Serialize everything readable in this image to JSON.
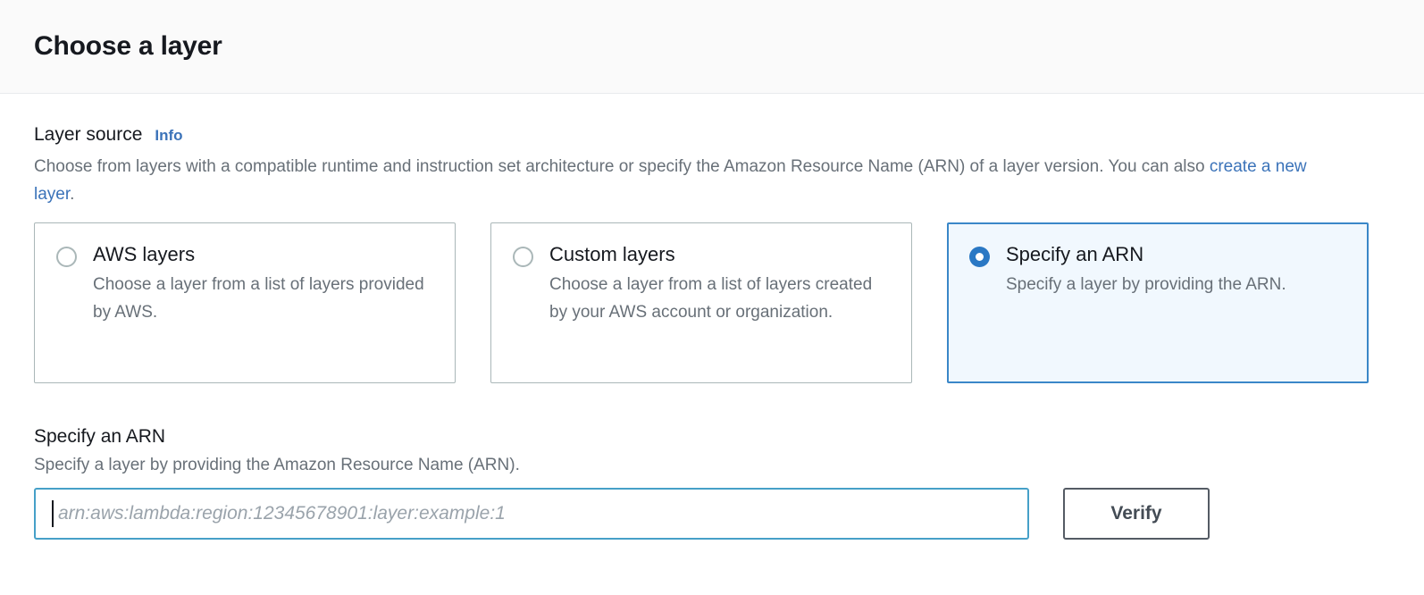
{
  "header": {
    "title": "Choose a layer"
  },
  "layer_source": {
    "label": "Layer source",
    "info_label": "Info",
    "description_before_link": "Choose from layers with a compatible runtime and instruction set architecture or specify the Amazon Resource Name (ARN) of a layer version. You can also ",
    "description_link": "create a new layer",
    "description_after_link": ".",
    "options": [
      {
        "id": "aws-layers",
        "title": "AWS layers",
        "description": "Choose a layer from a list of layers provided by AWS.",
        "selected": false
      },
      {
        "id": "custom-layers",
        "title": "Custom layers",
        "description": "Choose a layer from a list of layers created by your AWS account or organization.",
        "selected": false
      },
      {
        "id": "specify-an-arn",
        "title": "Specify an ARN",
        "description": "Specify a layer by providing the ARN.",
        "selected": true
      }
    ]
  },
  "arn_section": {
    "title": "Specify an ARN",
    "description": "Specify a layer by providing the Amazon Resource Name (ARN).",
    "input_value": "",
    "input_placeholder": "arn:aws:lambda:region:12345678901:layer:example:1",
    "verify_label": "Verify"
  },
  "colors": {
    "accent_blue": "#3b73b9",
    "selected_border": "#3a87c8",
    "selected_background": "#f1f8fe",
    "radio_selected": "#2a78c4",
    "input_focus_border": "#46a0c8",
    "button_border": "#545b64",
    "text_primary": "#16191f",
    "text_secondary": "#687078",
    "header_background": "#fafafa"
  }
}
